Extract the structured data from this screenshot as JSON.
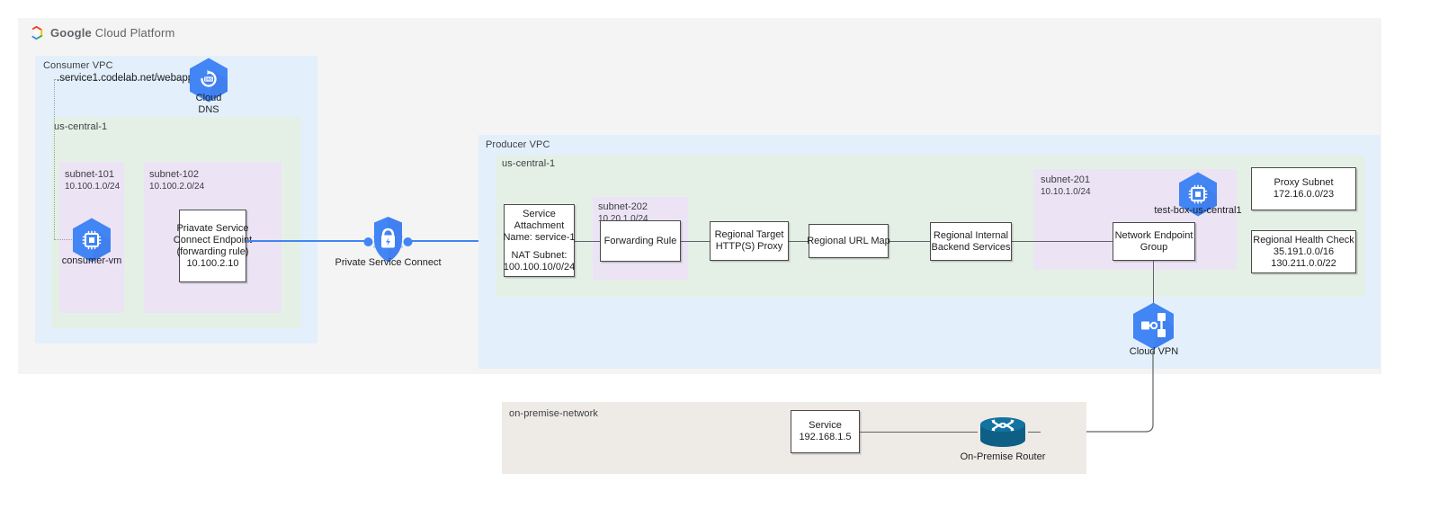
{
  "header": {
    "logo_icon": "google-cloud-platform-logo",
    "brand_bold": "Google",
    "brand_rest": "Cloud Platform"
  },
  "consumer": {
    "vpc_label": "Consumer VPC",
    "region_label": "us-central-1",
    "dns_url": ".service1.codelab.net/webapp",
    "cloud_dns": {
      "icon": "cloud-dns-icon",
      "line1": "Cloud",
      "line2": "DNS"
    },
    "subnets": [
      {
        "name": "subnet-101",
        "cidr": "10.100.1.0/24"
      },
      {
        "name": "subnet-102",
        "cidr": "10.100.2.0/24"
      }
    ],
    "consumer_vm": {
      "icon": "compute-engine-vm-icon",
      "caption": "consumer-vm"
    },
    "psc_endpoint": {
      "line1": "Priavate Service",
      "line2": "Connect Endpoint",
      "line3": "(forwarding rule)",
      "line4": "10.100.2.10"
    }
  },
  "psc": {
    "icon": "private-service-connect-icon",
    "caption": "Private Service Connect"
  },
  "producer": {
    "vpc_label": "Producer VPC",
    "region_label": "us-central-1",
    "service_attachment": {
      "line1": "Service",
      "line2": "Attachment",
      "line3": "Name: service-1",
      "line4": "NAT Subnet:",
      "line5": "100.100.10/0/24"
    },
    "subnet_202": {
      "name": "subnet-202",
      "cidr": "10.20.1.0/24"
    },
    "subnet_201": {
      "name": "subnet-201",
      "cidr": "10.10.1.0/24"
    },
    "forwarding_rule": {
      "line1": "Forwarding Rule"
    },
    "target_proxy": {
      "line1": "Regional Target",
      "line2": "HTTP(S) Proxy"
    },
    "url_map": {
      "line1": "Regional URL Map"
    },
    "backend_services": {
      "line1": "Regional Internal",
      "line2": "Backend Services"
    },
    "neg": {
      "line1": "Network Endpoint",
      "line2": "Group"
    },
    "test_box": {
      "icon": "compute-engine-vm-icon",
      "caption": "test-box-us-central1"
    },
    "proxy_subnet": {
      "line1": "Proxy Subnet",
      "line2": "172.16.0.0/23"
    },
    "health_check": {
      "line1": "Regional Health Check",
      "line2": "35.191.0.0/16",
      "line3": "130.211.0.0/22"
    },
    "cloud_vpn": {
      "icon": "cloud-vpn-icon",
      "caption": "Cloud VPN"
    }
  },
  "onpremise": {
    "label": "on-premise-network",
    "service": {
      "line1": "Service",
      "line2": "192.168.1.5"
    },
    "router": {
      "icon": "on-premise-router-icon",
      "caption": "On-Premise Router"
    }
  },
  "colors": {
    "vpc_blue": "#e3f0fb",
    "region_green": "#e4f0e6",
    "subnet_purple": "#ece3f5",
    "onprem_beige": "#eeeae6",
    "outer_gray": "#f4f4f4",
    "google_blue": "#4285f4",
    "router_teal": "#11648c",
    "line_gray": "#5f6368"
  }
}
